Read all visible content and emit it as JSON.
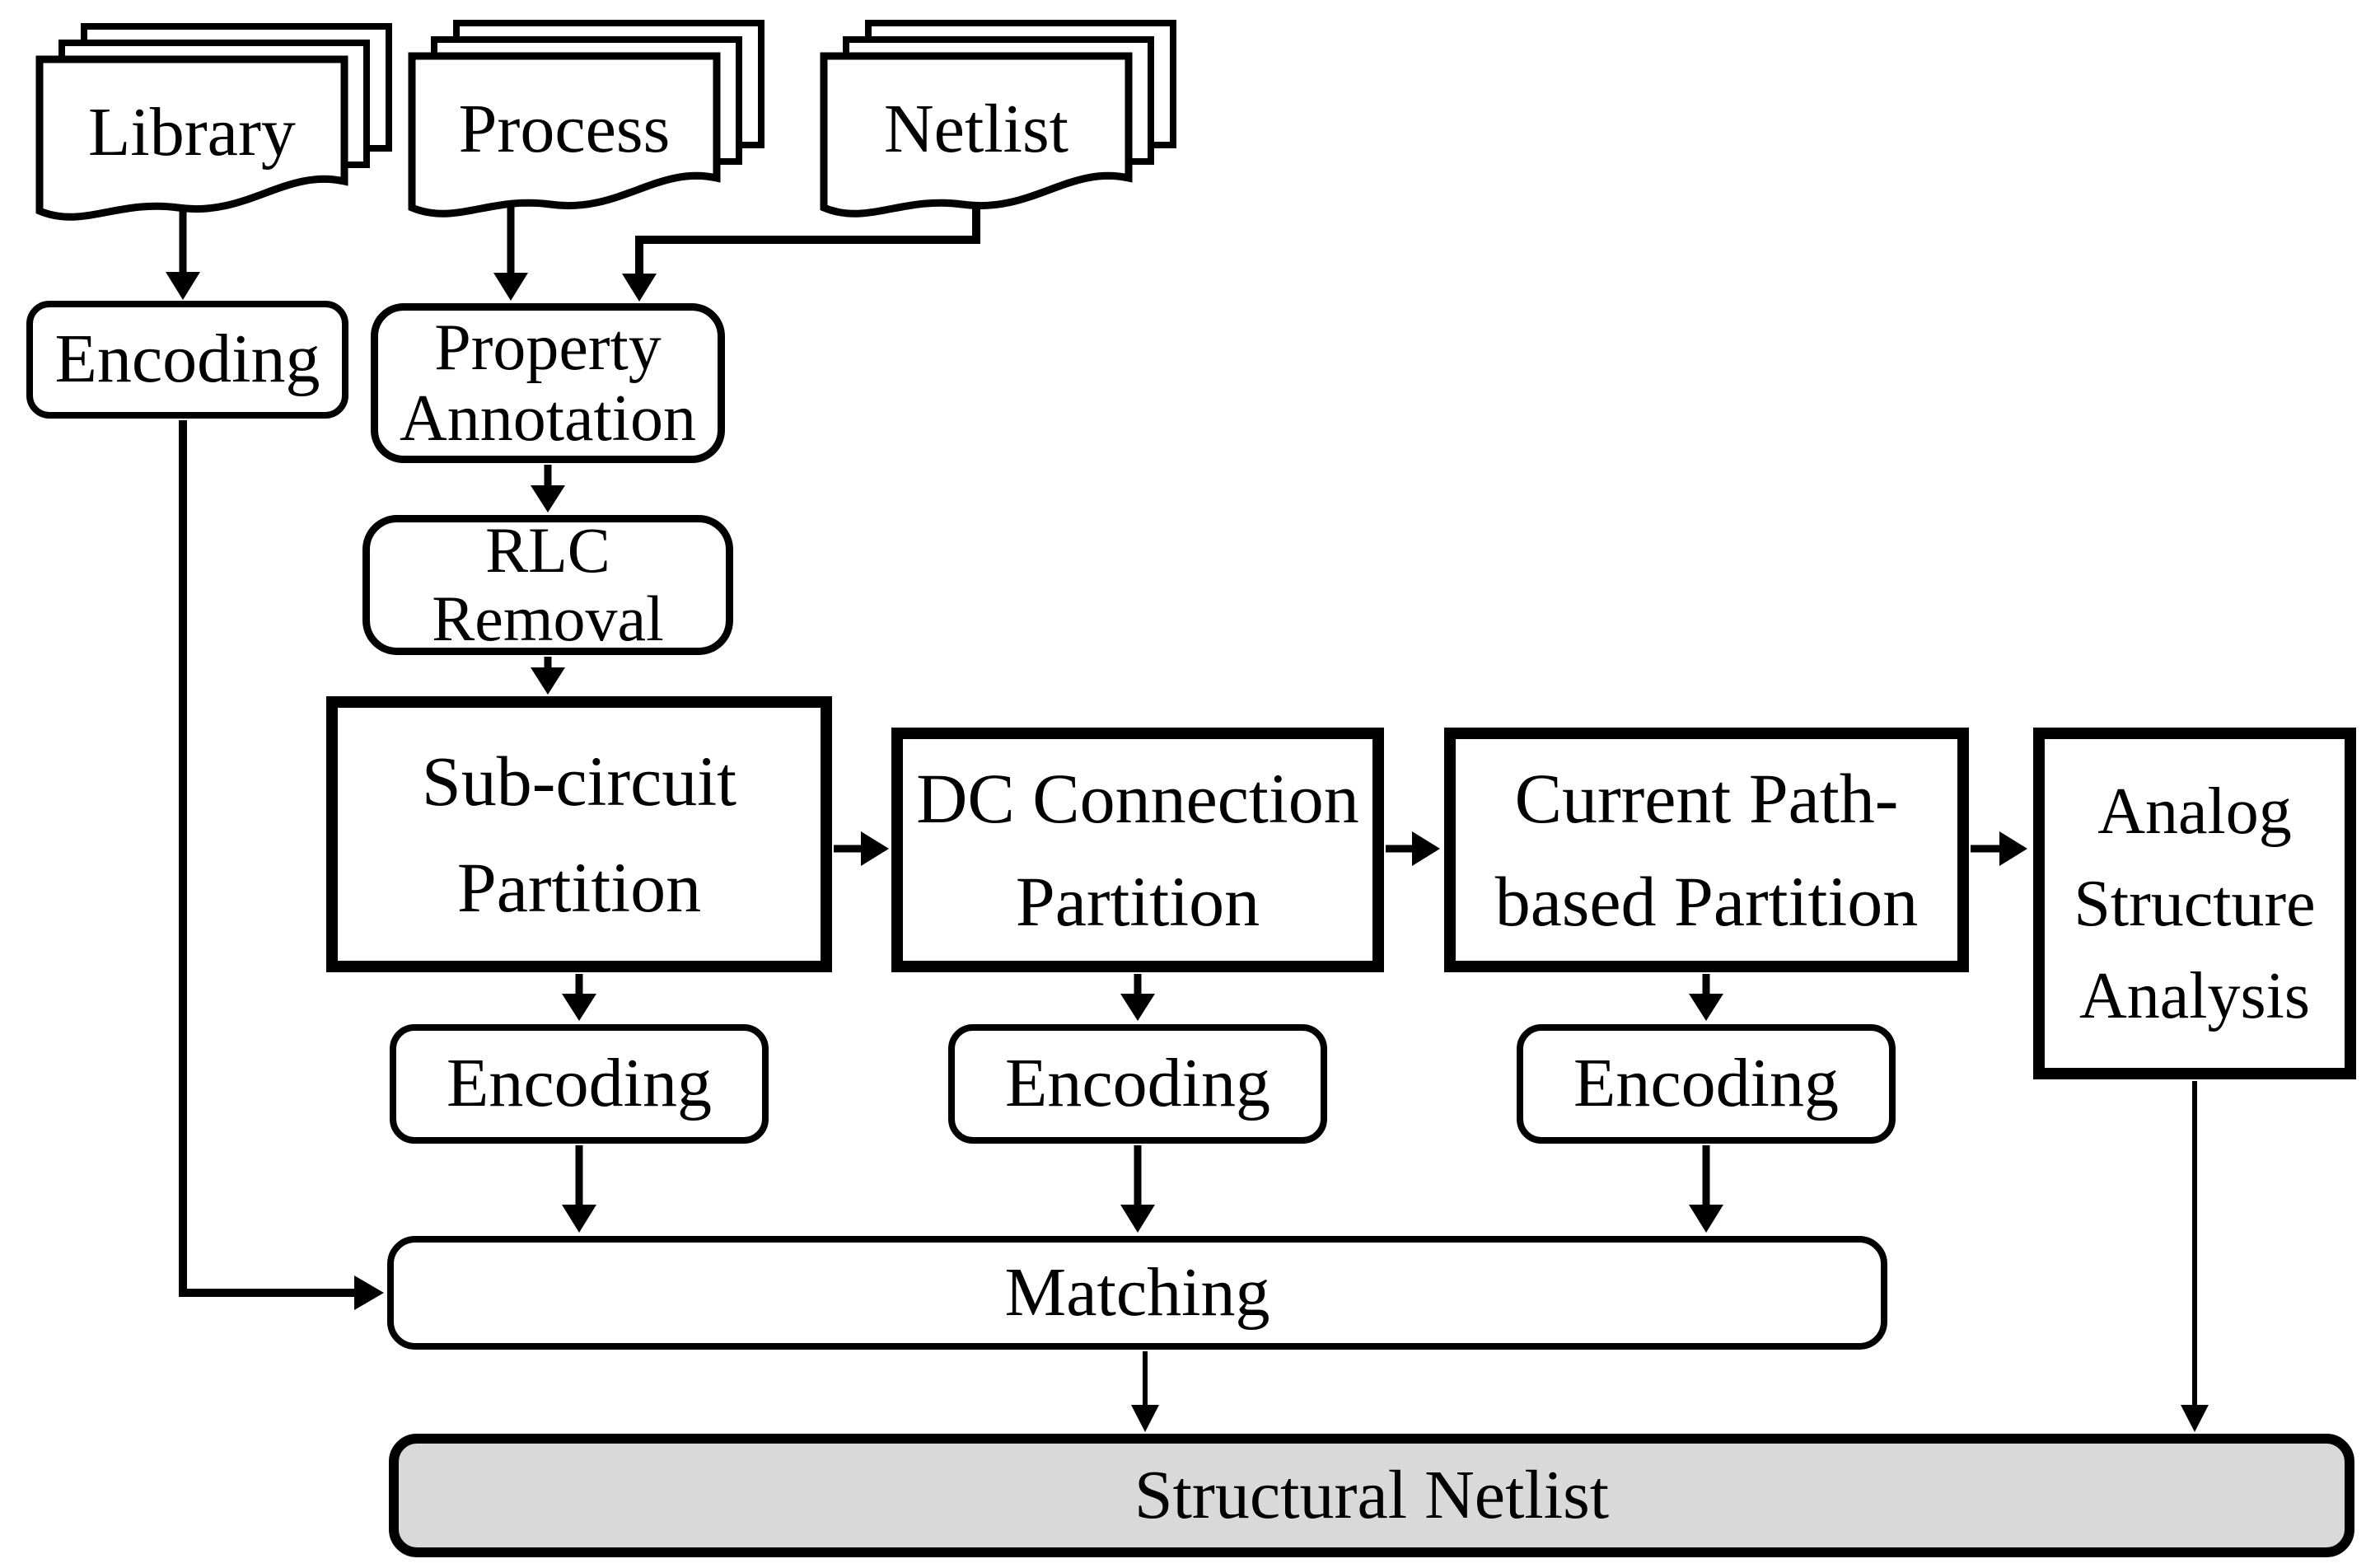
{
  "diagram": {
    "documents": [
      {
        "id": "library",
        "label": "Library"
      },
      {
        "id": "process",
        "label": "Process"
      },
      {
        "id": "netlist",
        "label": "Netlist"
      }
    ],
    "nodes": {
      "encoding_library": {
        "label": "Encoding"
      },
      "property_annotation": {
        "line1": "Property",
        "line2": "Annotation"
      },
      "rlc_removal": {
        "line1": "RLC",
        "line2": "Removal"
      },
      "subcircuit_partition": {
        "line1": "Sub-circuit",
        "line2": "Partition"
      },
      "dc_connection_partition": {
        "line1": "DC Connection",
        "line2": "Partition"
      },
      "current_path_partition": {
        "line1": "Current Path-",
        "line2": "based Partition"
      },
      "analog_structure_analysis": {
        "line1": "Analog",
        "line2": "Structure",
        "line3": "Analysis"
      },
      "encoding_subcircuit": {
        "label": "Encoding"
      },
      "encoding_dc": {
        "label": "Encoding"
      },
      "encoding_current": {
        "label": "Encoding"
      },
      "matching": {
        "label": "Matching"
      },
      "structural_netlist": {
        "label": "Structural Netlist"
      }
    },
    "colors": {
      "stroke": "#000000",
      "box_fill": "#ffffff",
      "output_fill": "#d9d9d9"
    }
  }
}
